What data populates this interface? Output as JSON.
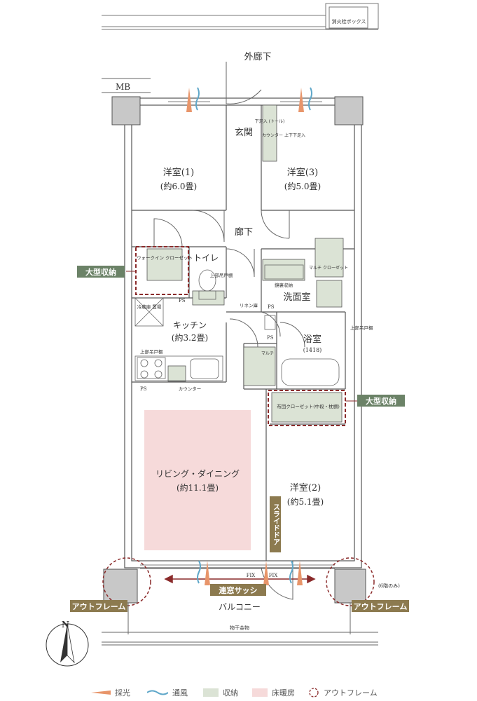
{
  "rooms": {
    "western1_name": "洋室(1)",
    "western1_size": "(約6.0畳)",
    "western2_name": "洋室(2)",
    "western2_size": "(約5.1畳)",
    "western3_name": "洋室(3)",
    "western3_size": "(約5.0畳)",
    "kitchen_name": "キッチン",
    "kitchen_size": "(約3.2畳)",
    "living_name": "リビング・ダイニング",
    "living_size": "(約11.1畳)",
    "bath_name": "浴室",
    "bath_size": "(1418)",
    "washroom": "洗面室",
    "toilet": "トイレ",
    "corridor": "廊下",
    "entrance": "玄関",
    "outer_corridor": "外廊下",
    "balcony": "バルコニー"
  },
  "labels": {
    "mb": "MB",
    "fire_hydrant": "消火栓ボックス",
    "walkin_closet": "ウォークイン クローゼット",
    "multi_closet": "マルチ クローゼット",
    "multi": "マルチ",
    "futon_closet": "布団クローゼット(中段・枕棚)",
    "upper_cabinet": "上部吊戸棚",
    "fridge": "冷蔵庫 置場",
    "counter": "カウンター",
    "linen": "リネン庫",
    "mirror_storage": "鏡裏収納",
    "shoe_box": "下足入 (トール)",
    "shoe_box_counter": "カウンター 上下下足入",
    "ps": "PS",
    "fix": "FIX",
    "clothes_hardware": "物干金物",
    "sixth_floor": "(6階のみ)",
    "north": "N",
    "slide_door": "スライドドア",
    "renso_sash": "連窓サッシ",
    "large_storage": "大型収納",
    "out_frame": "アウトフレーム"
  },
  "legend": {
    "daylight": "採光",
    "ventilation": "通風",
    "storage": "収納",
    "floor_heating": "床暖房",
    "out_frame": "アウトフレーム"
  },
  "colors": {
    "tag_green": "#6b8267",
    "tag_brown": "#8c7a4f",
    "tag_red": "#8a2a2a",
    "storage_fill": "#dbe3d5",
    "heating_fill": "#f6dada",
    "light_arrow": "#e8956a",
    "vent_arrow": "#5fa7c9"
  }
}
